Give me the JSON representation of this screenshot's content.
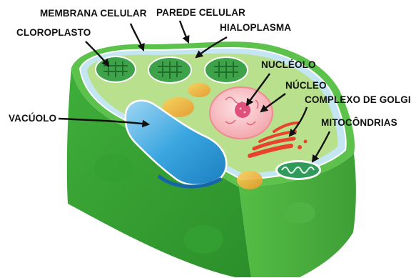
{
  "labels": {
    "membrana_celular": "MEMBRANA CELULAR",
    "parede_celular": "PAREDE CELULAR",
    "cloroplasto": "CLOROPLASTO",
    "hialoplasma": "HIALOPLASMA",
    "nucleolo": "NUCLÉOLO",
    "nucleo": "NÚCLEO",
    "complexo_de_golgi": "COMPLEXO DE GOLGI",
    "vacuolo": "VACÚOLO",
    "mitocondrias": "MITOCÔNDRIAS"
  },
  "colors": {
    "cell_wall_dark": "#2e8b2a",
    "cell_wall_mid": "#46b03c",
    "cell_wall_light": "#6cc85a",
    "membrane": "#bfe3f2",
    "cytoplasm": "#b9e08c",
    "chloroplast": "#3da24a",
    "vacuole": "#2a9ad8",
    "nucleus": "#f7b8bd",
    "nucleolus": "#e0507c",
    "golgi": "#e8432c",
    "mitochondria": "#2f9a5a",
    "vesicle": "#f4b23c",
    "arrow": "#111111"
  }
}
